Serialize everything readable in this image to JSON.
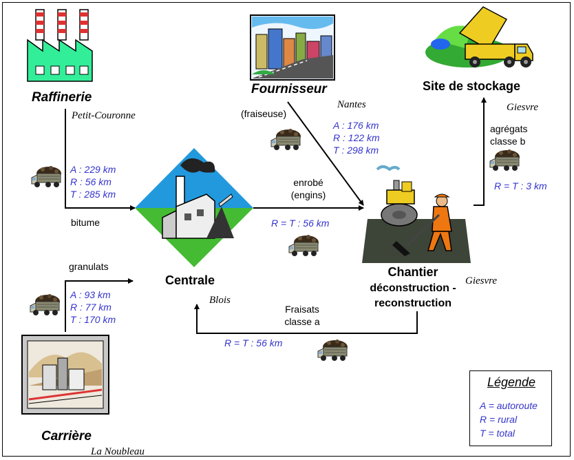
{
  "nodes": {
    "raffinerie": {
      "name": "Raffinerie",
      "city": "Petit-Couronne"
    },
    "fournisseur": {
      "name": "Fournisseur",
      "city": "Nantes"
    },
    "stockage": {
      "name": "Site de stockage",
      "city": "Giesvre"
    },
    "centrale": {
      "name": "Centrale",
      "city": "Blois"
    },
    "chantier": {
      "name1": "Chantier",
      "name2": "déconstruction -",
      "name3": "reconstruction",
      "city": "Giesvre"
    },
    "carriere": {
      "name": "Carrière",
      "city": "La Noubleau"
    }
  },
  "flows": {
    "bitume": {
      "label": "bitume",
      "a": "A : 229 km",
      "r": "R : 56 km",
      "t": "T : 285 km"
    },
    "fournisseur": {
      "label": "(fraiseuse)",
      "a": "A : 176 km",
      "r": "R : 122 km",
      "t": "T : 298 km"
    },
    "enrobe": {
      "label1": "enrobé",
      "label2": "(engins)",
      "dist": "R = T : 56 km"
    },
    "agregats": {
      "label1": "agrégats",
      "label2": "classe b",
      "dist": "R = T : 3 km"
    },
    "granulats": {
      "label": "granulats",
      "a": "A : 93 km",
      "r": "R : 77 km",
      "t": "T : 170 km"
    },
    "fraisats": {
      "label1": "Fraisats",
      "label2": "classe a",
      "dist": "R = T : 56 km"
    }
  },
  "legend": {
    "title": "Légende",
    "items": [
      "A = autoroute",
      "R = rural",
      "T = total"
    ]
  },
  "colors": {
    "distance_text": "#3333cc",
    "factory_green": "#33ee99",
    "factory_red": "#dd3333",
    "diamond_blue": "#2299dd",
    "grass_green": "#44bb33"
  }
}
